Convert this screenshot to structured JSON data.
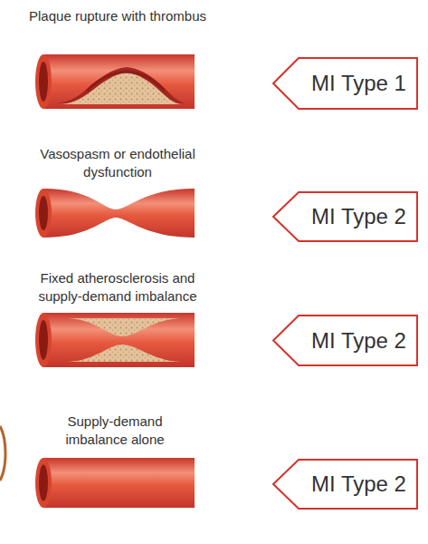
{
  "diagram": {
    "nodes": [
      {
        "text": [
          "MI Type 1"
        ]
      },
      {
        "text": [
          "MI Type 2"
        ]
      },
      {
        "text": [
          "MI Type 2"
        ]
      },
      {
        "text": [
          "MI Type 2"
        ]
      }
    ],
    "labels": [
      "Plaque rupture with thrombus",
      "Vasospasm or endothelial dysfunction",
      "Fixed atherosclerosis and supply-demand imbalance",
      "Supply-demand imbalance alone"
    ]
  }
}
